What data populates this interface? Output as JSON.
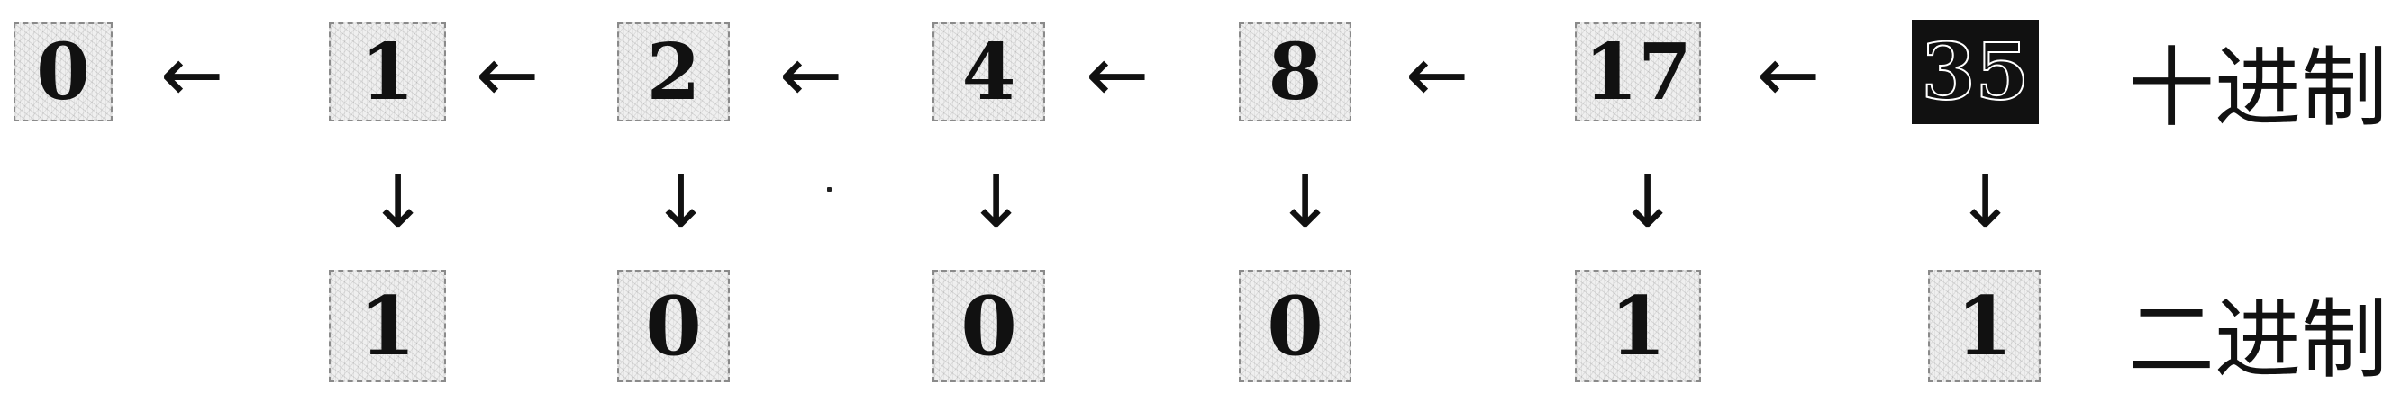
{
  "decimal_row": {
    "label": "十进制",
    "values": [
      "0",
      "1",
      "2",
      "4",
      "8",
      "17",
      "35"
    ]
  },
  "binary_row": {
    "label": "二进制",
    "digits": [
      "1",
      "0",
      "0",
      "0",
      "1",
      "1"
    ]
  },
  "arrows": {
    "left": "←",
    "down": "↓"
  }
}
